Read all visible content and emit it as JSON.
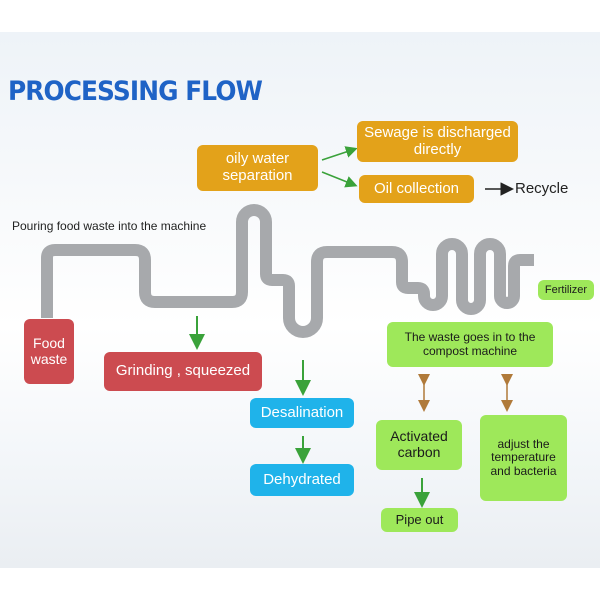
{
  "title": "PROCESSING FLOW",
  "labels": {
    "pouring": "Pouring food  waste into the machine",
    "recycle": "Recycle"
  },
  "boxes": {
    "oily_water": "oily water separation",
    "sewage": "Sewage is discharged directly",
    "oil_collection": "Oil collection",
    "food_waste": "Food waste",
    "grinding": "Grinding , squeezed",
    "desalination": "Desalination",
    "dehydrated": "Dehydrated",
    "compost": "The waste goes in to the compost machine",
    "fertilizer": "Fertilizer",
    "activated_carbon": "Activated carbon",
    "adjust": "adjust the temperature and bacteria",
    "pipe_out": "Pipe out"
  },
  "colors": {
    "title": "#1f63c6",
    "orange": "#e3a21a",
    "red": "#cc4b50",
    "blue": "#1fb3ea",
    "green": "#9ee85a",
    "pipe": "#a7a9ac",
    "arrow_green": "#3aa23a",
    "arrow_brown": "#b07a3a"
  }
}
